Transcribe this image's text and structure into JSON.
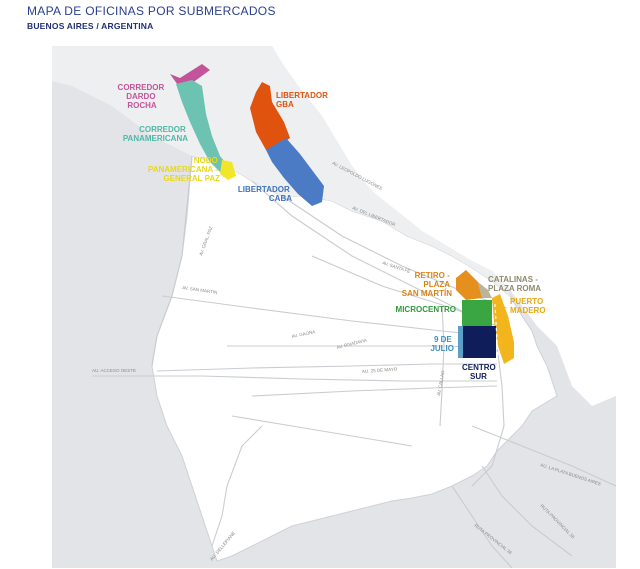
{
  "header": {
    "title": "MAPA DE OFICINAS POR SUBMERCADOS",
    "subtitle": "BUENOS AIRES / ARGENTINA"
  },
  "colors": {
    "background_land": "#e3e5e8",
    "city": "#ffffff",
    "river": "#e3e5e8",
    "title": "#2a3f8f",
    "dardo_rocha": "#c4549a",
    "panamericana": "#6cc3b2",
    "nodo_panamericana": "#f2e628",
    "libertador_gba": "#e0530f",
    "libertador_caba": "#4a7bc4",
    "retiro": "#e58f1f",
    "catalinas": "#b9b49a",
    "microcentro": "#3aa642",
    "nueve_de_julio": "#5ba0c8",
    "centro_sur": "#0f1e5a",
    "puerto_madero": "#f2b51b"
  },
  "submarkets": [
    {
      "id": "dardo-rocha",
      "label_lines": [
        "CORREDOR",
        "DARDO",
        "ROCHA"
      ],
      "color": "#c4549a"
    },
    {
      "id": "panamericana",
      "label_lines": [
        "CORREDOR",
        "PANAMERICANA"
      ],
      "color": "#4fb8a5"
    },
    {
      "id": "nodo-panamericana",
      "label_lines": [
        "NODO",
        "PANAMERICANA -",
        "GENERAL PAZ"
      ],
      "color": "#e8d81a"
    },
    {
      "id": "libertador-gba",
      "label_lines": [
        "LIBERTADOR",
        "GBA"
      ],
      "color": "#e0530f"
    },
    {
      "id": "libertador-caba",
      "label_lines": [
        "LIBERTADOR",
        "CABA"
      ],
      "color": "#3f72bd"
    },
    {
      "id": "retiro",
      "label_lines": [
        "RETIRO -",
        "PLAZA",
        "SAN MARTÍN"
      ],
      "color": "#d9841a"
    },
    {
      "id": "catalinas",
      "label_lines": [
        "CATALINAS -",
        "PLAZA ROMA"
      ],
      "color": "#8f8a6e"
    },
    {
      "id": "puerto-madero",
      "label_lines": [
        "PUERTO",
        "MADERO"
      ],
      "color": "#e6a812"
    },
    {
      "id": "microcentro",
      "label_lines": [
        "MICROCENTRO"
      ],
      "color": "#2f9a3a"
    },
    {
      "id": "nueve-de-julio",
      "label_lines": [
        "9 DE",
        "JULIO"
      ],
      "color": "#3d8fc0"
    },
    {
      "id": "centro-sur",
      "label_lines": [
        "CENTRO",
        "SUR"
      ],
      "color": "#0f1e5a"
    }
  ],
  "roads": {
    "general_paz": "AV. GRAL. PAZ",
    "leopoldo_lugones": "AV. LEOPOLDO LUGONES",
    "del_libertador": "AV. DEL LIBERTADOR",
    "santa_fe": "AV. SANTA FE",
    "san_martin": "AV. SAN MARTIN",
    "gaona": "AV. GAONA",
    "rivadavia": "AV. RIVADAVIA",
    "acceso_oeste": "AU. ACCESO OESTE",
    "25_de_mayo": "AU. 25 DE MAYO",
    "callao": "AV. CALLAO",
    "la_plata_buenos_aires": "AU. LA PLATA BUENOS AIRES",
    "ruta_provincial_36_a": "RUTA PROVINCIAL 36",
    "ruta_provincial_36_b": "RUTA PROVINCIAL 36",
    "dellepiane": "AU. DELLEPIANE"
  }
}
